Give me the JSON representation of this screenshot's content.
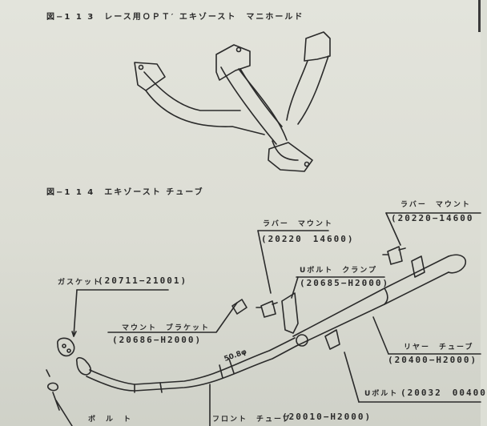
{
  "figures": [
    {
      "id": "fig-113",
      "title": "図−1 1 3　レース用ＯＰＴ′ エキゾースト　マニホールド",
      "part": "exhaust-manifold"
    },
    {
      "id": "fig-114",
      "title": "図−1 1 4　エキゾースト チューブ",
      "part": "exhaust-tube"
    }
  ],
  "callouts": {
    "rubber_mount_right": {
      "name": "ラバー　マウント",
      "part_no": "(20220−14600"
    },
    "rubber_mount_left": {
      "name": "ラバー　マウント",
      "part_no": "(20220　14600)"
    },
    "u_bolt_clamp": {
      "name": "Uボルト　クランプ",
      "part_no": "(20685−H2000)"
    },
    "gasket": {
      "name": "ガスケット",
      "part_no": "(20711−21001)"
    },
    "mount_bracket": {
      "name": "マウント　ブラケット",
      "part_no": "(20686−H2000)"
    },
    "rear_tube": {
      "name": "リヤー　チューブ",
      "part_no": "(20400−H2000)"
    },
    "u_bolt": {
      "name": "Uボルト",
      "part_no": "(20032　00400"
    },
    "bolt": {
      "name": "ボ　ル　ト"
    },
    "front_tube": {
      "name": "フロント　チューブ",
      "part_no": "(20010−H2000)"
    }
  },
  "dimensions": {
    "tube_diameter": "50.8φ"
  },
  "colors": {
    "paper": "#dddfd6",
    "ink": "#2a2a2a"
  }
}
